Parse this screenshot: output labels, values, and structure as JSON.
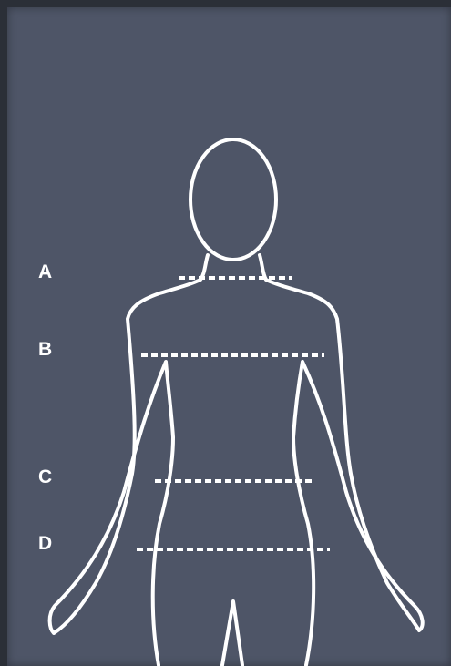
{
  "diagram": {
    "markers": [
      {
        "id": "A",
        "label": "A"
      },
      {
        "id": "B",
        "label": "B"
      },
      {
        "id": "C",
        "label": "C"
      },
      {
        "id": "D",
        "label": "D"
      }
    ]
  },
  "colors": {
    "panel_background": "#4e5567",
    "outer_frame": "#2b2f37",
    "outline": "#ffffff"
  }
}
